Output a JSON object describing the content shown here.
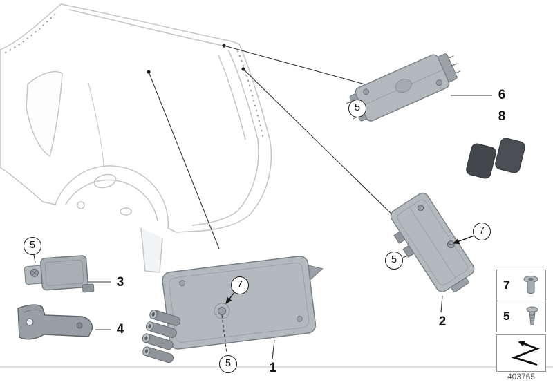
{
  "part_number": "403765",
  "labels": {
    "one": "1",
    "two": "2",
    "three": "3",
    "four": "4",
    "six": "6",
    "eight": "8"
  },
  "callouts": {
    "five": "5",
    "seven": "7"
  },
  "legend": {
    "sleeve": "7",
    "screw": "5"
  },
  "colors": {
    "component_fill": "#b4b9be",
    "pad_fill": "#45494d",
    "car_outline": "#c2c6c9"
  }
}
